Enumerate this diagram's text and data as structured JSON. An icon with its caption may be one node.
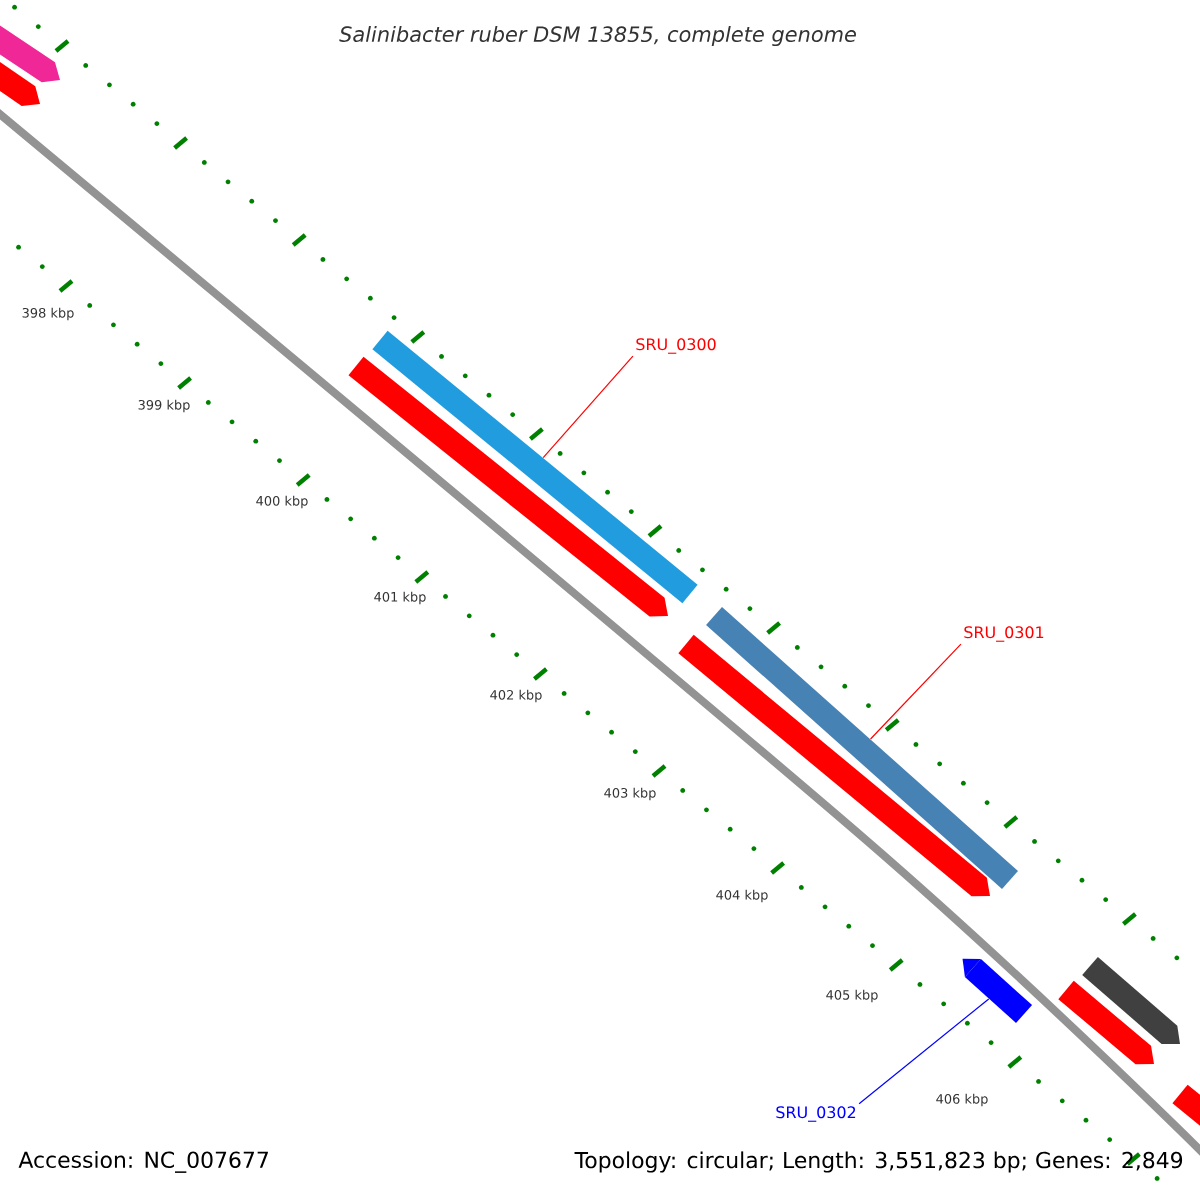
{
  "diagram": {
    "title": "Salinibacter ruber DSM 13855, complete genome",
    "nodes": [
      {
        "text": [
          "SRU_0300"
        ]
      },
      {
        "text": [],
        "shape": "bar"
      },
      {
        "text": [
          "SRU_0301"
        ]
      },
      {
        "text": [],
        "shape": "bar"
      },
      {
        "text": [],
        "shape": "bar"
      },
      {
        "text": [
          "SRU_0302"
        ]
      }
    ],
    "edges": [
      {
        "from": 0,
        "to": 1,
        "arrow": "none",
        "color": "#ff0000"
      },
      {
        "from": 2,
        "to": 3,
        "arrow": "none",
        "color": "#ff0000"
      },
      {
        "from": 5,
        "to": 4,
        "arrow": "none",
        "color": "#0000ff"
      }
    ],
    "labels": [
      "398 kbp",
      "399 kbp",
      "400 kbp",
      "401 kbp",
      "402 kbp",
      "403 kbp",
      "404 kbp",
      "405 kbp",
      "406 kbp",
      "Accession: NC_007677",
      "Topology: circular; Length: 3,551,823 bp; Genes: 2,849"
    ]
  }
}
